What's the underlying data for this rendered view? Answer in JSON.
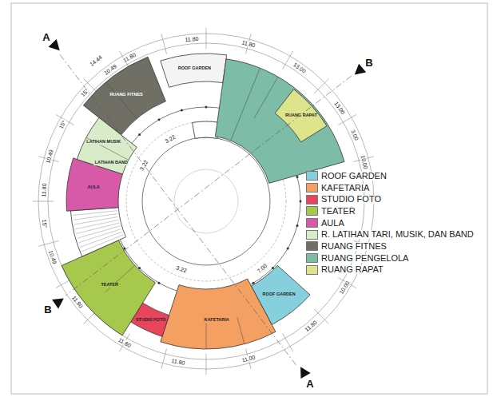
{
  "diagram": {
    "labels": [
      "A",
      "B",
      "B",
      "A",
      "15°",
      "11.80",
      "11.80",
      "11.80",
      "13.00",
      "13.00",
      "3.00",
      "10.00",
      "10.00",
      "11.80",
      "11.00",
      "11.80",
      "11.80",
      "11.80",
      "10.49",
      "15°",
      "11.80",
      "10.49",
      "15°",
      "10.49",
      "14.44",
      "3.22",
      "3.22",
      "3.22",
      "7.00",
      "RUANG FITNES",
      "ROOF GARDEN",
      "RUANG RAPAT",
      "LATIHAN MUSIK",
      "LATIHAN BAND",
      "AULA",
      "TEATER",
      "STUDIO FOTO",
      "KAFETARIA",
      "ROOF GARDEN"
    ],
    "legend": [
      {
        "text": "ROOF GARDEN",
        "color": "#86cfdc"
      },
      {
        "text": "KAFETARIA",
        "color": "#f5a063"
      },
      {
        "text": "STUDIO FOTO",
        "color": "#e8455c"
      },
      {
        "text": "TEATER",
        "color": "#a6c84c"
      },
      {
        "text": "AULA",
        "color": "#d65aa8"
      },
      {
        "text": "R. LATIHAN TARI, MUSIK, DAN BAND",
        "color": "#d9ecc9"
      },
      {
        "text": "RUANG FITNES",
        "color": "#6f6f66"
      },
      {
        "text": "RUANG PENGELOLA",
        "color": "#7dbca7"
      },
      {
        "text": "RUANG RAPAT",
        "color": "#dde48c"
      }
    ]
  }
}
